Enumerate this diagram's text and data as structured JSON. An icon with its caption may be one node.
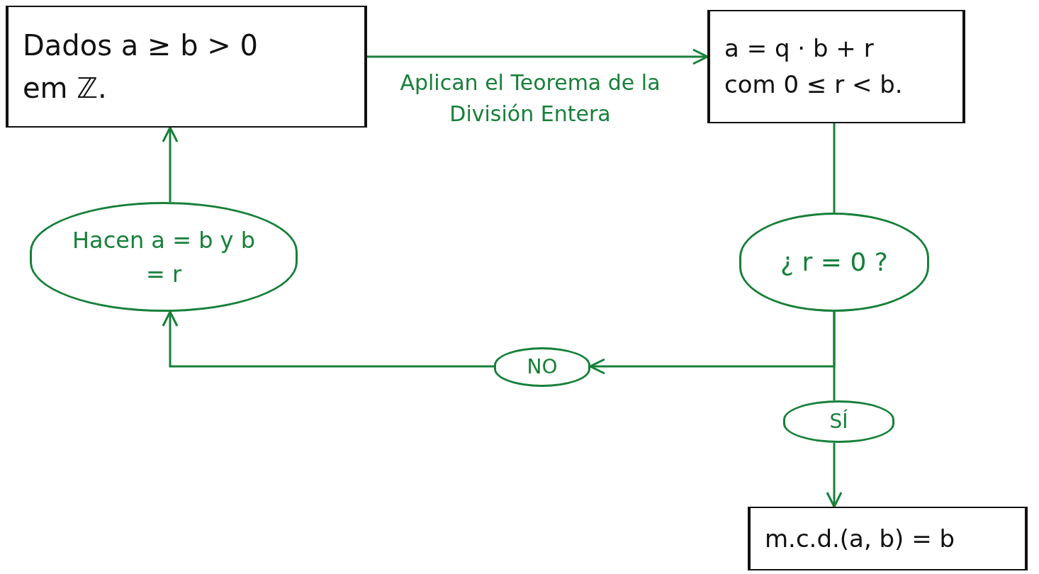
{
  "diagram": {
    "nodes": [
      {
        "text": [
          "Dados a ≥ b > 0 em ℤ."
        ]
      },
      {
        "text": [
          "a = q · b + r com 0 ≤ r < b."
        ]
      },
      {
        "text": [
          "¿ r = 0 ?"
        ]
      },
      {
        "text": [
          "NO"
        ]
      },
      {
        "text": [
          "SÍ"
        ]
      },
      {
        "text": [
          "m.c.d.(a, b) = b"
        ]
      },
      {
        "text": [
          "Hacen a = b y b = r"
        ]
      }
    ],
    "edges": [
      {
        "from": 0,
        "to": 1,
        "arrow": "to",
        "label": "Aplican el Teorema de la División Entera"
      },
      {
        "from": 1,
        "to": 2,
        "arrow": "none"
      },
      {
        "from": 2,
        "to": 3,
        "arrow": "to"
      },
      {
        "from": 3,
        "to": 6,
        "arrow": "to"
      },
      {
        "from": 2,
        "to": 4,
        "arrow": "none"
      },
      {
        "from": 4,
        "to": 5,
        "arrow": "to"
      },
      {
        "from": 6,
        "to": 0,
        "arrow": "to"
      }
    ]
  }
}
